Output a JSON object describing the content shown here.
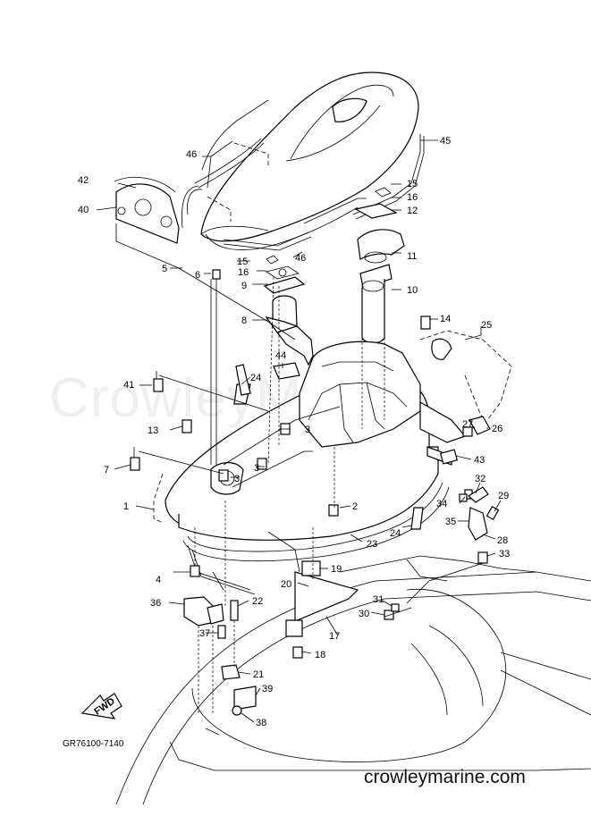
{
  "watermark_text": "CrowleyMarine",
  "diagram_code": "GR76100-7140",
  "site_credit": "crowleymarine.com",
  "direction_label": "FWD",
  "callouts": [
    "1",
    "2",
    "3",
    "3",
    "3",
    "4",
    "5",
    "6",
    "7",
    "8",
    "9",
    "10",
    "11",
    "12",
    "13",
    "14",
    "15",
    "15",
    "16",
    "16",
    "17",
    "18",
    "19",
    "20",
    "21",
    "22",
    "23",
    "24",
    "24",
    "25",
    "26",
    "27",
    "28",
    "29",
    "30",
    "31",
    "32",
    "33",
    "34",
    "35",
    "36",
    "37",
    "38",
    "39",
    "40",
    "41",
    "42",
    "43",
    "44",
    "45",
    "46",
    "46"
  ]
}
